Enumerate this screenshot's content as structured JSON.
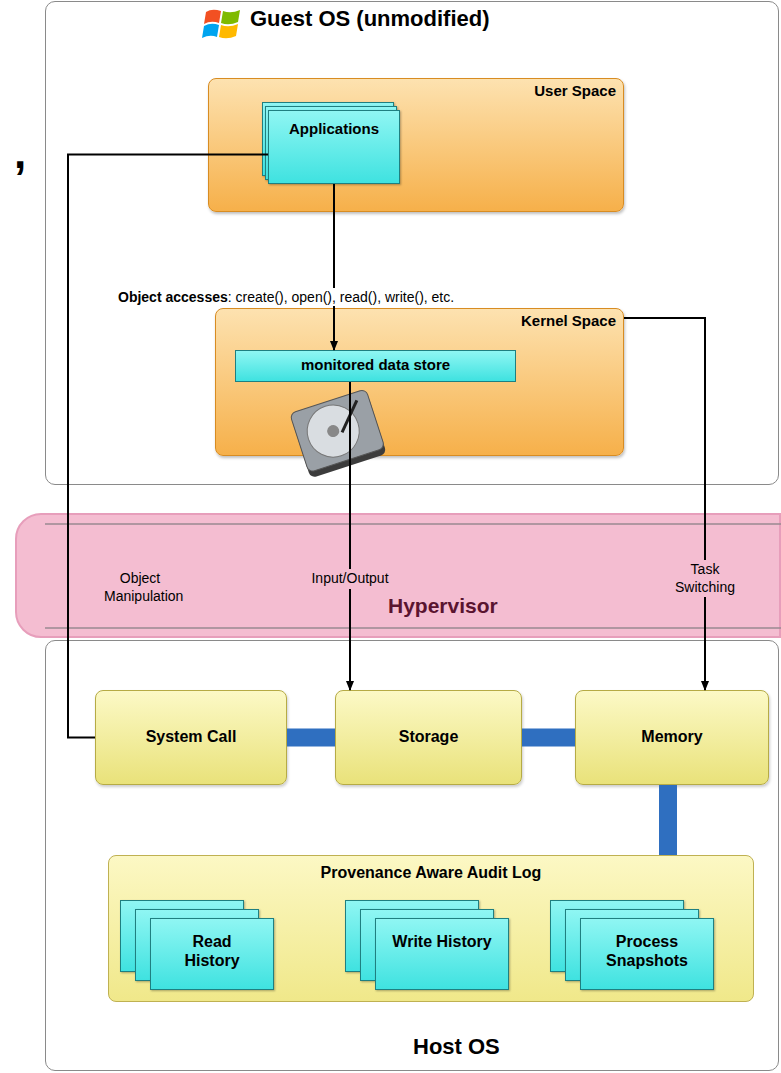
{
  "diagram": {
    "nodes": [
      {
        "text": [
          "Guest OS (unmodified)"
        ]
      },
      {
        "text": [
          "User Space"
        ],
        "in": 0
      },
      {
        "text": [
          "Applications"
        ],
        "in": 1
      },
      {
        "text": [
          "Kernel Space"
        ],
        "in": 0
      },
      {
        "text": [
          "monitored data store"
        ],
        "in": 3
      },
      {
        "text": [
          "Hypervisor"
        ]
      },
      {
        "text": [
          "Host OS"
        ]
      },
      {
        "text": [
          "System Call"
        ],
        "in": 6
      },
      {
        "text": [
          "Storage"
        ],
        "in": 6
      },
      {
        "text": [
          "Memory"
        ],
        "in": 6
      },
      {
        "text": [
          "Provenance Aware Audit Log"
        ],
        "in": 6
      },
      {
        "text": [
          "Read History"
        ],
        "in": 10
      },
      {
        "text": [
          "Write History"
        ],
        "in": 10
      },
      {
        "text": [
          "Process Snapshots"
        ],
        "in": 10
      }
    ],
    "edges": [
      {
        "from": 2,
        "to": 4,
        "arrow": "to"
      },
      {
        "from": 2,
        "to": 7,
        "label": "Object Manipulation",
        "arrow": "none"
      },
      {
        "from": 4,
        "to": 8,
        "label": "Input/Output",
        "arrow": "to"
      },
      {
        "from": 3,
        "to": 9,
        "label": "Task Switching",
        "arrow": "to"
      },
      {
        "from": 7,
        "to": 8,
        "arrow": "none"
      },
      {
        "from": 8,
        "to": 9,
        "arrow": "none"
      },
      {
        "from": 9,
        "to": 10,
        "arrow": "none"
      }
    ],
    "labels": [
      ",",
      "Object accesses",
      ": create(), open(), read(), write(), etc."
    ]
  }
}
